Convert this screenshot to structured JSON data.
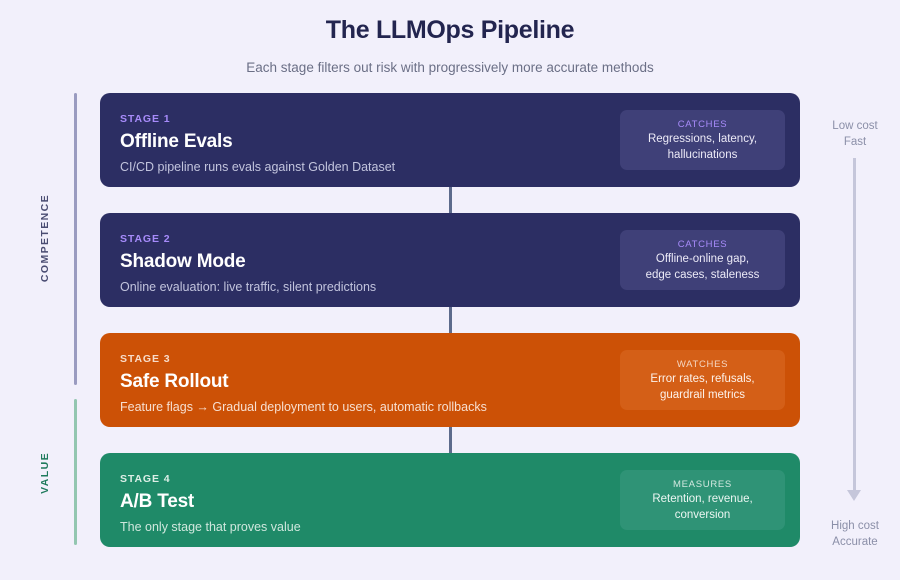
{
  "header": {
    "title": "The LLMOps Pipeline",
    "subtitle": "Each stage filters out risk with progressively more accurate methods"
  },
  "axes": {
    "left": {
      "competence_label": "COMPETENCE",
      "value_label": "VALUE",
      "competence_color": "#9a9bc0",
      "value_color": "#93c6b0"
    },
    "right": {
      "top_line1": "Low cost",
      "top_line2": "Fast",
      "bottom_line1": "High cost",
      "bottom_line2": "Accurate",
      "arrow_direction": "down"
    }
  },
  "stages": [
    {
      "kicker": "STAGE 1",
      "title": "Offline Evals",
      "description": "CI/CD pipeline runs evals against Golden Dataset",
      "chip_kicker": "CATCHES",
      "chip_line1": "Regressions, latency,",
      "chip_line2": "hallucinations",
      "color": "#2c2e63"
    },
    {
      "kicker": "STAGE 2",
      "title": "Shadow Mode",
      "description": "Online evaluation: live traffic, silent predictions",
      "chip_kicker": "CATCHES",
      "chip_line1": "Offline-online gap,",
      "chip_line2": "edge cases, staleness",
      "color": "#2c2e63"
    },
    {
      "kicker": "STAGE 3",
      "title": "Safe Rollout",
      "description": "Feature flags → Gradual deployment to users, automatic rollbacks",
      "chip_kicker": "WATCHES",
      "chip_line1": "Error rates, refusals,",
      "chip_line2": "guardrail metrics",
      "color": "#cc5106"
    },
    {
      "kicker": "STAGE 4",
      "title": "A/B Test",
      "description": "The only stage that proves value",
      "chip_kicker": "MEASURES",
      "chip_line1": "Retention, revenue,",
      "chip_line2": "conversion",
      "color": "#1f8a68"
    }
  ]
}
